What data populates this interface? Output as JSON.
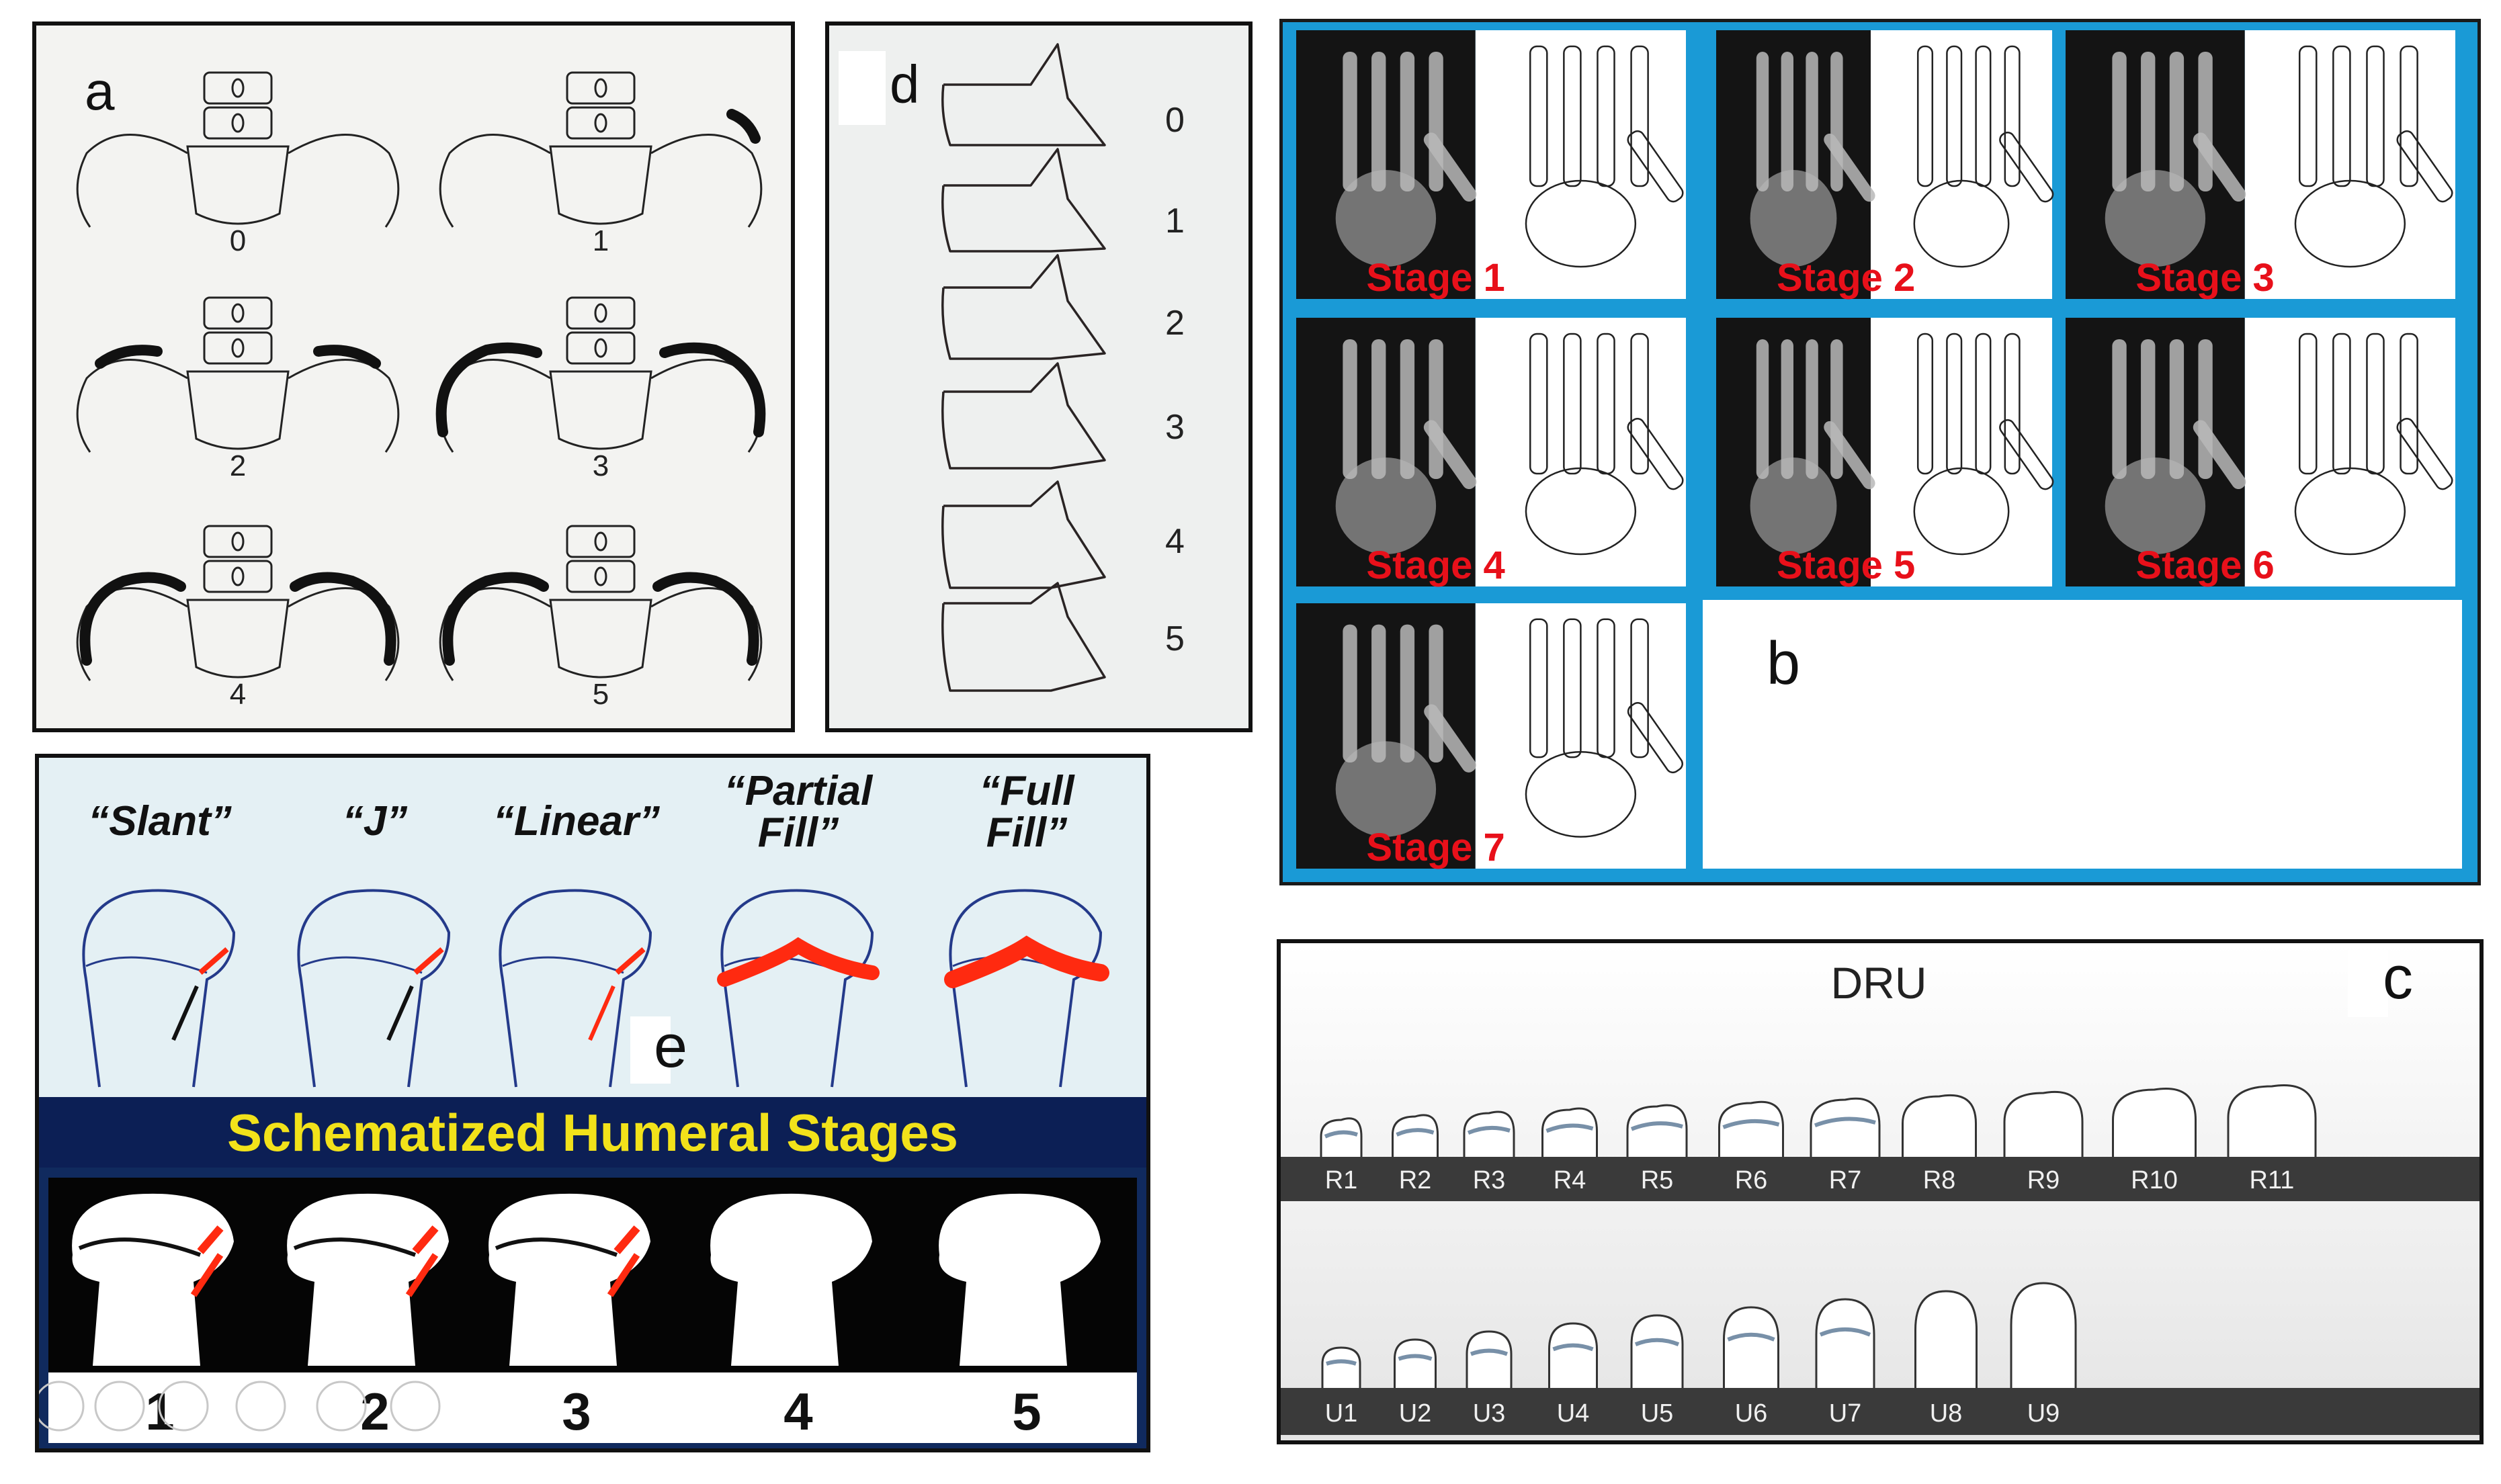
{
  "panel_a": {
    "letter": "a",
    "stages": [
      "0",
      "1",
      "2",
      "3",
      "4",
      "5"
    ]
  },
  "panel_d": {
    "letter": "d",
    "stages": [
      "0",
      "1",
      "2",
      "3",
      "4",
      "5"
    ]
  },
  "panel_b": {
    "letter": "b",
    "stages": [
      "Stage 1",
      "Stage 2",
      "Stage 3",
      "Stage 4",
      "Stage 5",
      "Stage 6",
      "Stage 7"
    ],
    "frame_color": "#1a9ad6",
    "label_color": "#e8101a"
  },
  "panel_c": {
    "letter": "c",
    "title": "DRU",
    "radius_labels": [
      "R1",
      "R2",
      "R3",
      "R4",
      "R5",
      "R6",
      "R7",
      "R8",
      "R9",
      "R10",
      "R11"
    ],
    "ulna_labels": [
      "U1",
      "U2",
      "U3",
      "U4",
      "U5",
      "U6",
      "U7",
      "U8",
      "U9"
    ]
  },
  "panel_e": {
    "letter": "e",
    "top_labels": [
      {
        "line1": "“Slant”",
        "line2": ""
      },
      {
        "line1": "“J”",
        "line2": ""
      },
      {
        "line1": "“Linear”",
        "line2": ""
      },
      {
        "line1": "“Partial",
        "line2": "Fill”"
      },
      {
        "line1": "“Full",
        "line2": "Fill”"
      }
    ],
    "banner": "Schematized Humeral Stages",
    "banner_color": "#f2e21a",
    "stage_numbers": [
      "1",
      "2",
      "3",
      "4",
      "5"
    ],
    "highlight_color": "#ff2a10"
  }
}
